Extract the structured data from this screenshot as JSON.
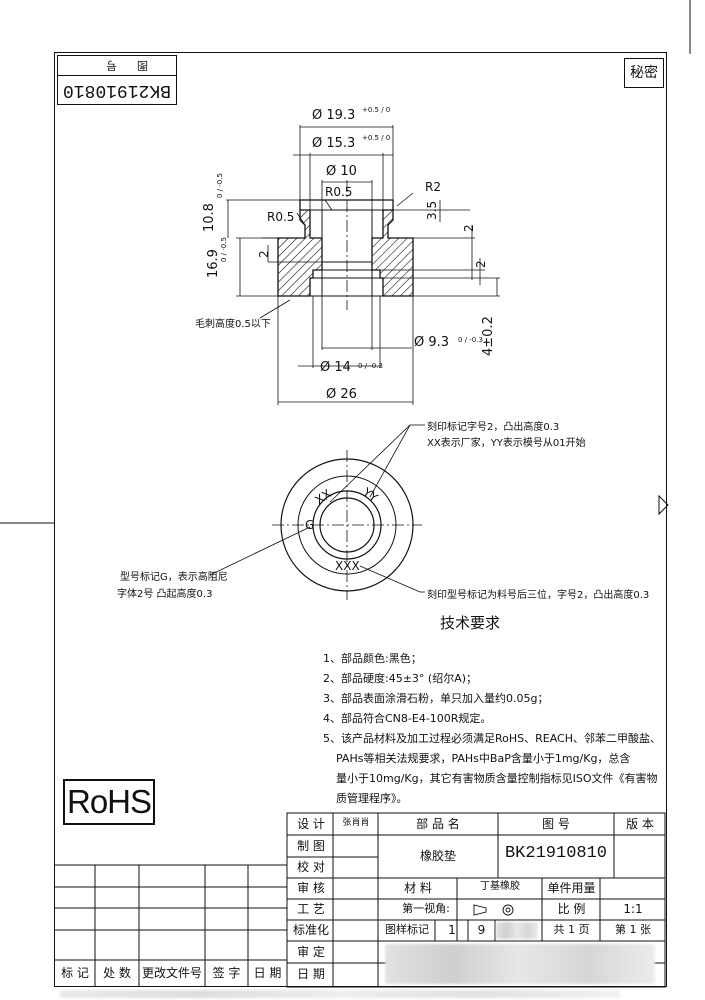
{
  "drawing_number": "BK21910810",
  "drawing_number_label": "图号",
  "confidential_label": "秘密",
  "rohs_mark": "RoHS",
  "dimensions": {
    "outer_top_dia": "Ø 19.3",
    "outer_top_tol": "+0.5 / 0",
    "inner_top_dia": "Ø 15.3",
    "inner_top_tol": "+0.5 / 0",
    "hole_dia": "Ø 10",
    "height_top": "10.8",
    "height_top_tol": "0 / -0.5",
    "height_total": "16.9",
    "height_total_tol": "0 / -0.5",
    "r_small": "R0.5",
    "r_small2": "R0.5",
    "r2": "R2",
    "d35": "3.5",
    "d2a": "2",
    "d2b": "2",
    "d2c": "2",
    "bore_dia": "Ø 9.3",
    "bore_tol": "0 / -0.3",
    "step_h": "4±0.2",
    "step_dia": "Ø 14",
    "step_tol": "0 / -0.3",
    "base_dia": "Ø 26",
    "burr_note": "毛刺高度0.5以下"
  },
  "callouts": {
    "mark_top_line1": "刻印标记字号2，凸出高度0.3",
    "mark_top_line2": "XX表示厂家，YY表示模号从01开始",
    "mark_left_line1": "型号标记G，表示高阻尼",
    "mark_left_line2": "字体2号  凸起高度0.3",
    "mark_bottom": "刻印型号标记为料号后三位，字号2，凸出高度0.3",
    "txt_xx": "XX",
    "txt_yy": "YY",
    "txt_g": "G",
    "txt_xxx": "XXX"
  },
  "requirements": {
    "title": "技术要求",
    "items": [
      "1、部品颜色:黑色；",
      "2、部品硬度:45±3° (绍尔A)；",
      "3、部品表面涂滑石粉，单只加入量约0.05g；",
      "4、部品符合CN8-E4-100R规定。",
      "5、该产品材料及加工过程必须满足RoHS、REACH、邻苯二甲酸盐、",
      "PAHs等相关法规要求，PAHs中BaP含量小于1mg/Kg，总含",
      "量小于10mg/Kg，其它有害物质含量控制指标见ISO文件《有害物",
      "质管理程序》。"
    ]
  },
  "title_block": {
    "design": "设 计",
    "designer": "张肖肖",
    "drafting": "制 图",
    "check": "校 对",
    "review": "审 核",
    "process": "工 艺",
    "standard": "标准化",
    "approve_review": "审 定",
    "date": "日 期",
    "part_name_label": "部 品 名",
    "part_name": "橡胶垫",
    "drawing_no_label": "图  号",
    "drawing_no": "BK21910810",
    "version_label": "版 本",
    "material_label": "材 料",
    "material": "丁基橡胶",
    "unit_qty_label": "单件用量",
    "view_label": "第一视角:",
    "scale_label": "比  例",
    "scale": "1:1",
    "sample_label": "图样标记",
    "sample_a": "1",
    "sample_b": "9",
    "total_pages": "共 1 页",
    "page_no": "第 1 张",
    "rev_mark": "标 记",
    "rev_count": "处 数",
    "rev_doc": "更改文件号",
    "rev_sign": "签 字",
    "rev_date": "日 期"
  }
}
